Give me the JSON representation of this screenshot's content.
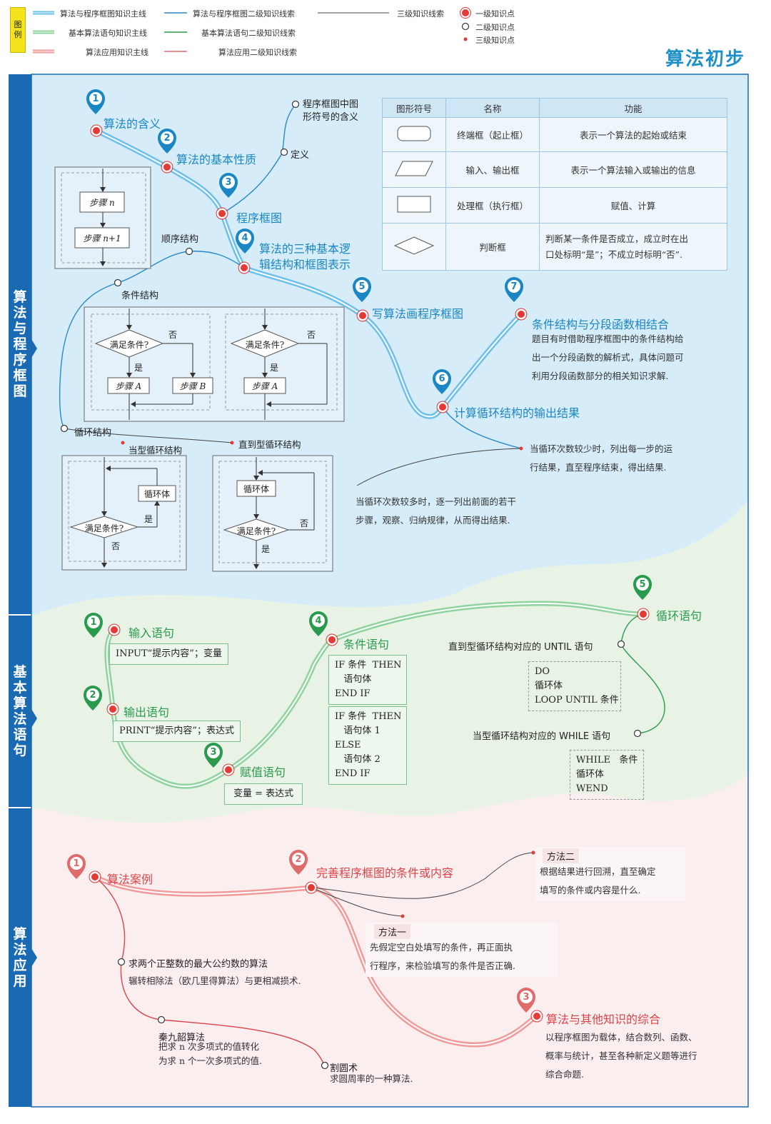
{
  "legend": {
    "tag": "图例",
    "blue_main": "算法与程序框图知识主线",
    "blue_second": "算法与程序框图二级知识线索",
    "green_main": "基本算法语句知识主线",
    "green_second": "基本算法语句二级知识线索",
    "red_main": "算法应用知识主线",
    "red_second": "算法应用二级知识线索",
    "third": "三级知识线索",
    "pt1": "一级知识点",
    "pt2": "二级知识点",
    "pt3": "三级知识点"
  },
  "title": "算法初步",
  "sections": {
    "s1": "算法与程序框图",
    "s2": "基本算法语句",
    "s3": "算法应用"
  },
  "blue": {
    "kp1": "算法的含义",
    "kp2": "算法的基本性质",
    "kp3": "程序框图",
    "kp4a": "算法的三种基本逻",
    "kp4b": "辑结构和框图表示",
    "kp5": "写算法画程序框图",
    "kp6": "计算循环结构的输出结果",
    "kp7": "条件结构与分段函数相结合",
    "kp7_desc": [
      "题目有时借助程序框图中的条件结构给",
      "出一个分段函数的解析式，具体问题可",
      "利用分段函数部分的相关知识求解."
    ],
    "frame_meaning_a": "程序框图中图",
    "frame_meaning_b": "形符号的含义",
    "definition": "定义",
    "seq": "顺序结构",
    "cond": "条件结构",
    "loop": "循环结构",
    "while_loop": "当型循环结构",
    "until_loop": "直到型循环结构",
    "step_n": "步骤 n",
    "step_n1": "步骤 n+1",
    "cond_q": "满足条件?",
    "yes": "是",
    "no": "否",
    "step_a": "步骤 A",
    "step_b": "步骤 B",
    "loop_body": "循环体",
    "loop_few": [
      "当循环次数较少时，列出每一步的运",
      "行结果，直至程序结束，得出结果."
    ],
    "loop_many": [
      "当循环次数较多时，逐一列出前面的若干",
      "步骤，观察、归纳规律，从而得出结果."
    ],
    "table": {
      "headers": [
        "图形符号",
        "名称",
        "功能"
      ],
      "rows": [
        {
          "name": "终端框（起止框）",
          "func": "表示一个算法的起始或结束"
        },
        {
          "name": "输入、输出框",
          "func": "表示一个算法输入或输出的信息"
        },
        {
          "name": "处理框（执行框）",
          "func": "赋值、计算"
        },
        {
          "name": "判断框",
          "func": "判断某一条件是否成立，成立时在出\n口处标明“是”；不成立时标明“否”."
        }
      ]
    }
  },
  "green": {
    "kp1": "输入语句",
    "kp1_code": "INPUT“提示内容”；变量",
    "kp2": "输出语句",
    "kp2_code": "PRINT“提示内容”；表达式",
    "kp3": "赋值语句",
    "kp3_code": "变量 = 表达式",
    "kp4": "条件语句",
    "kp4_code1": "IF 条件  THEN\n   语句体\nEND IF",
    "kp4_code2": "IF 条件  THEN\n   语句体 1\nELSE\n   语句体 2\nEND IF",
    "kp5": "循环语句",
    "until_label": "直到型循环结构对应的 UNTIL 语句",
    "until_code": "DO\n循环体\nLOOP UNTIL 条件",
    "while_label": "当型循环结构对应的 WHILE 语句",
    "while_code": "WHILE   条件\n循环体\nWEND"
  },
  "red": {
    "kp1": "算法案例",
    "kp2": "完善程序框图的条件或内容",
    "kp3": "算法与其他知识的综合",
    "kp3_desc": [
      "以程序框图为载体，结合数列、函数、",
      "概率与统计，甚至各种新定义题等进行",
      "综合命题."
    ],
    "m2": "方法二",
    "m2_desc": [
      "根据结果进行回溯，直至确定",
      "填写的条件或内容是什么."
    ],
    "m1": "方法一",
    "m1_desc": [
      "先假定空白处填写的条件，再正面执",
      "行程序，来检验填写的条件是否正确."
    ],
    "gcd": "求两个正整数的最大公约数的算法",
    "gcd_desc": "辗转相除法（欧几里得算法）与更相减损术.",
    "qin": "秦九韶算法",
    "qin_desc": [
      "把求 n 次多项式的值转化",
      "为求 n 个一次多项式的值."
    ],
    "pi": "割圆术",
    "pi_desc": "求圆周率的一种算法."
  }
}
